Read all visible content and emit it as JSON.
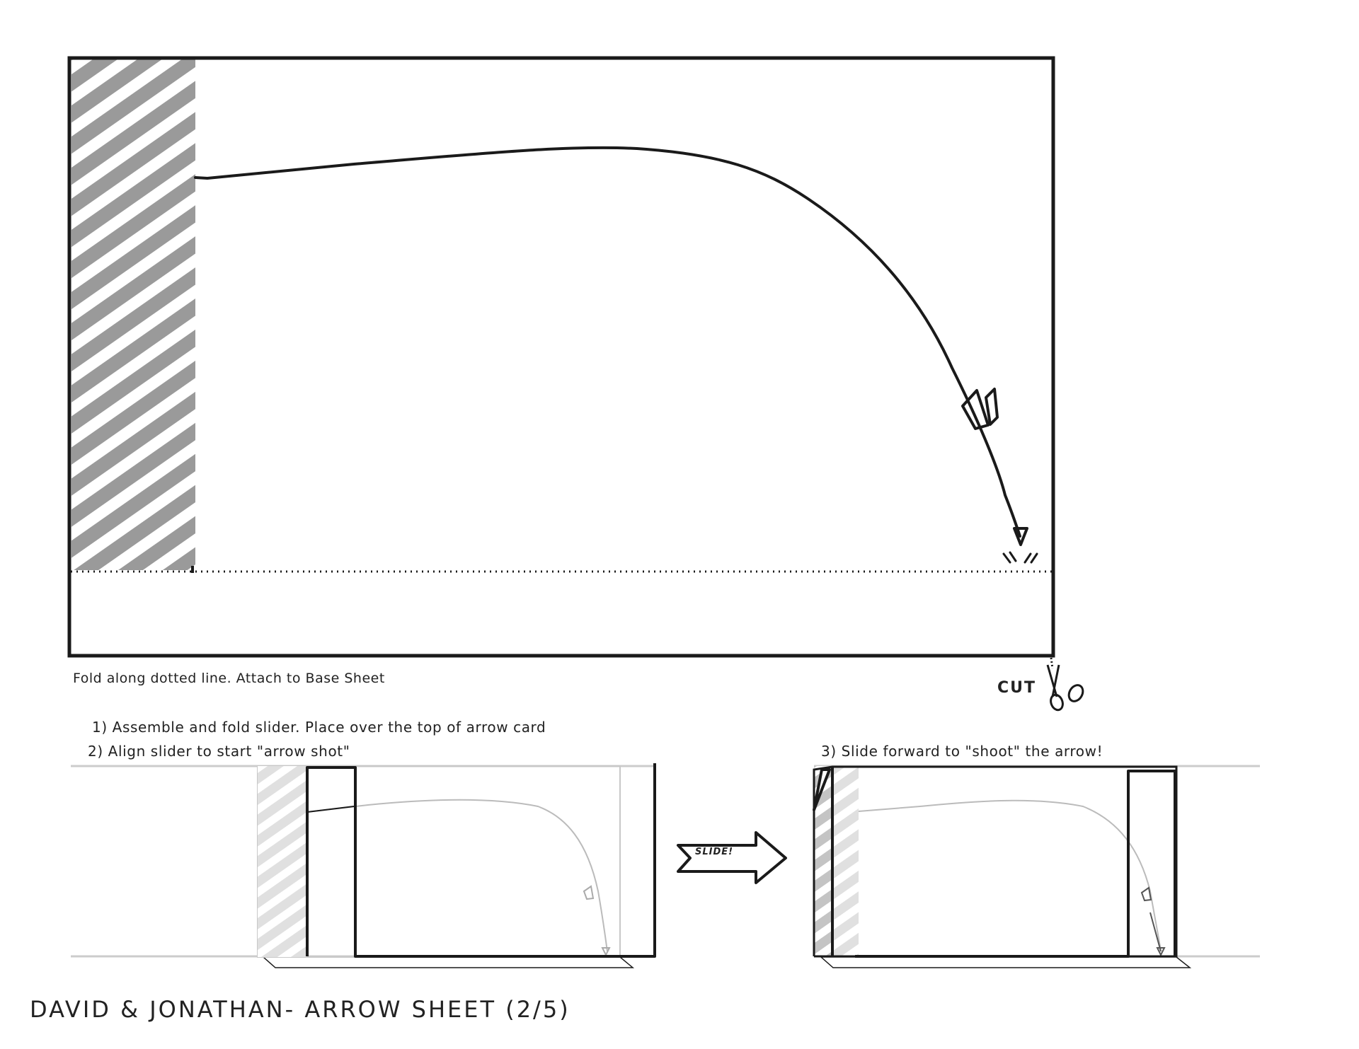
{
  "instructions": {
    "fold_note": "Fold along dotted line. Attach to Base Sheet",
    "cut_label": "CUT",
    "step1": "1) Assemble and fold slider. Place over the top of arrow card",
    "step2": "2) Align slider to start \"arrow shot\"",
    "step3": "3) Slide forward to \"shoot\" the arrow!",
    "slide_label": "SLIDE!"
  },
  "footer": {
    "title": "DAVID & JONATHAN- ARROW SHEET (2/5)"
  },
  "icons": {
    "scissors": "scissors-icon",
    "arrow": "arrow-icon",
    "slide": "slide-arrow-icon"
  },
  "colors": {
    "ink": "#1a1a1a",
    "hatch": "#9a9a9a",
    "faint": "#c8c8c8"
  }
}
